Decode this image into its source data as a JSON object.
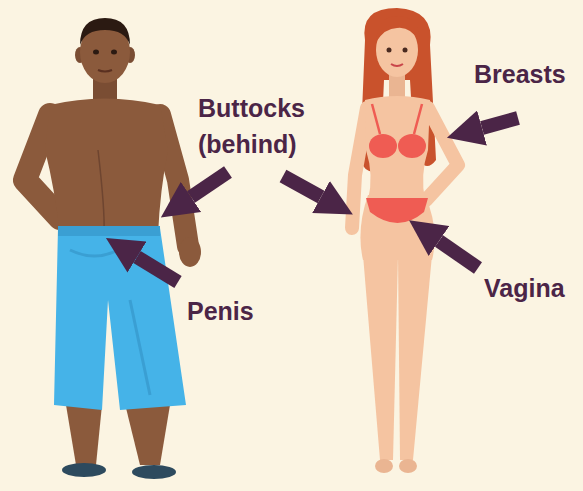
{
  "diagram": {
    "labels": [
      "Buttocks (behind)",
      "Breasts",
      "Penis",
      "Vagina"
    ]
  }
}
